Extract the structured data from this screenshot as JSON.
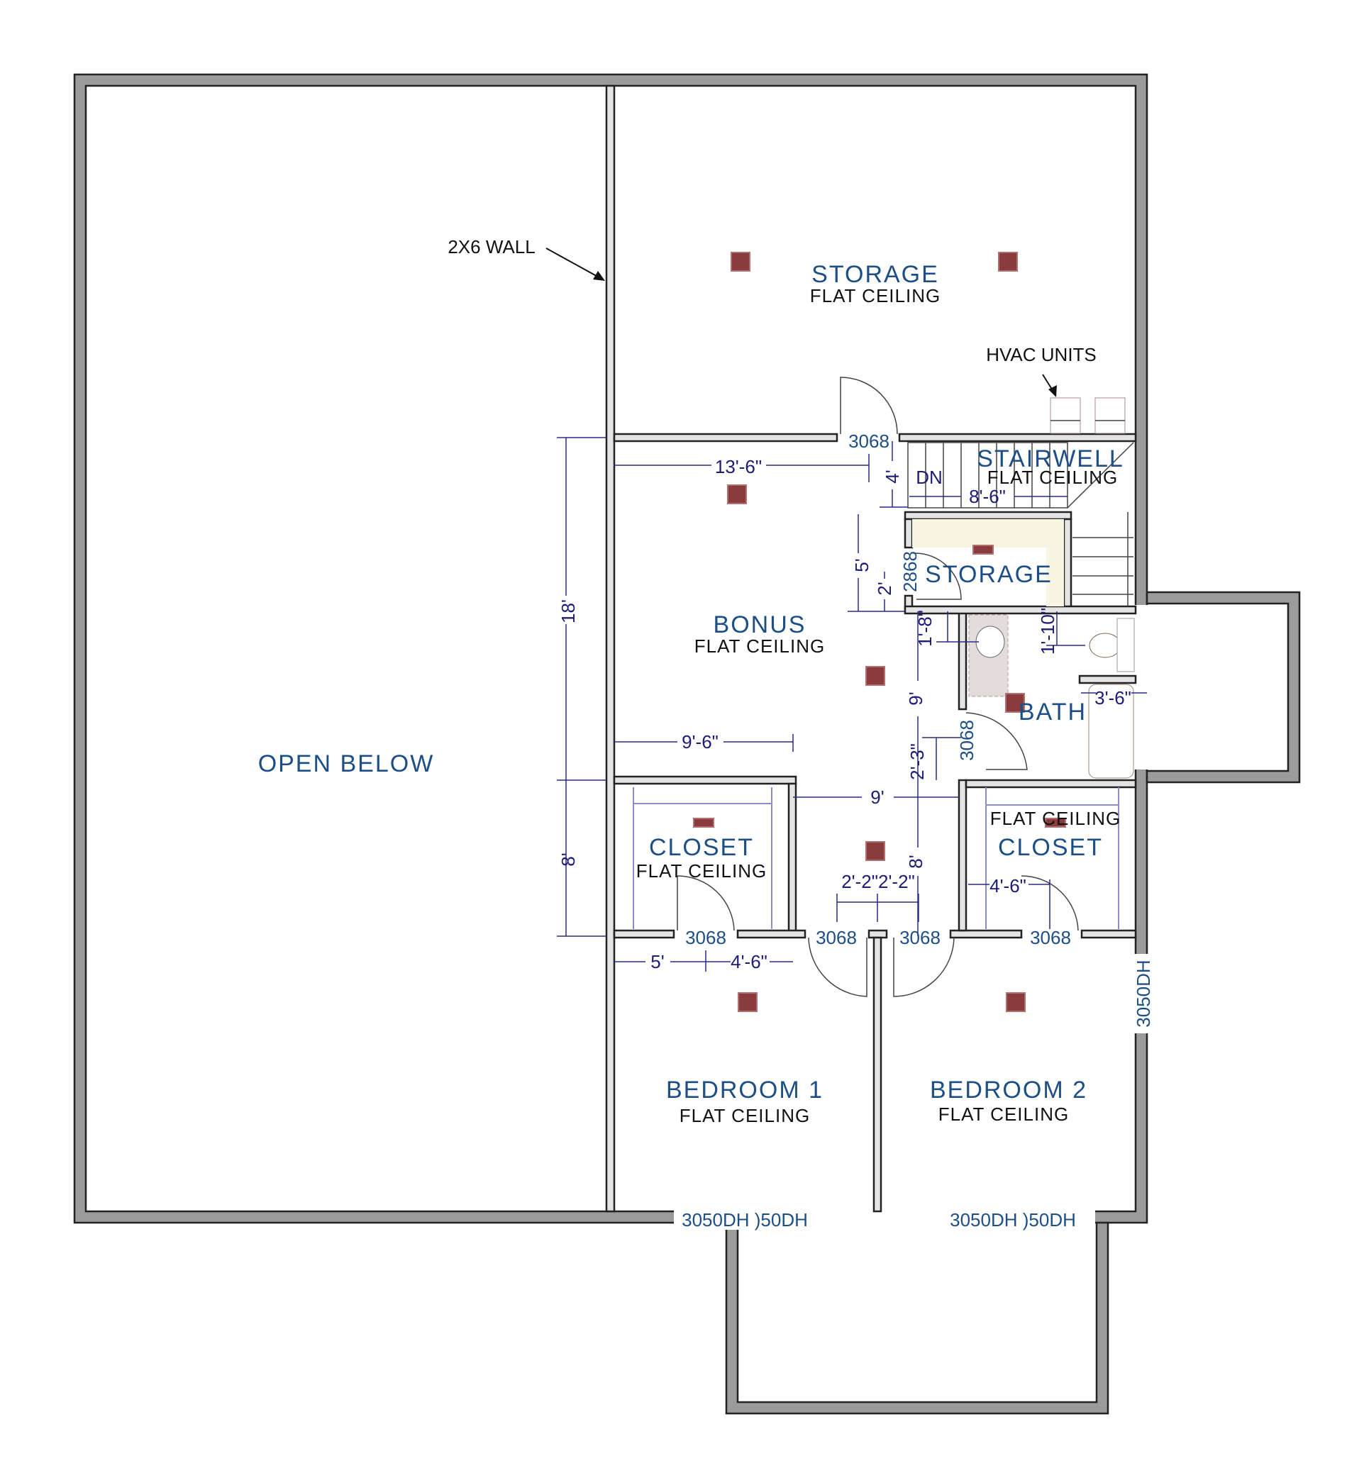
{
  "rooms": {
    "open_below": "OPEN BELOW",
    "storage_top": {
      "name": "STORAGE",
      "ceiling": "FLAT CEILING"
    },
    "stairwell": {
      "name": "STAIRWELL",
      "ceiling": "FLAT CEILING",
      "dn": "DN"
    },
    "storage_small": {
      "name": "STORAGE"
    },
    "bonus": {
      "name": "BONUS",
      "ceiling": "FLAT CEILING"
    },
    "bath": {
      "name": "BATH"
    },
    "closet_left": {
      "name": "CLOSET",
      "ceiling": "FLAT CEILING"
    },
    "closet_right": {
      "name": "CLOSET",
      "ceiling": "FLAT CEILING"
    },
    "bedroom1": {
      "name": "BEDROOM 1",
      "ceiling": "FLAT CEILING"
    },
    "bedroom2": {
      "name": "BEDROOM 2",
      "ceiling": "FLAT CEILING"
    }
  },
  "notes": {
    "wall": "2X6 WALL",
    "hvac": "HVAC UNITS"
  },
  "doors": {
    "storage": "3068",
    "storage_small": "2868",
    "bath": "3068",
    "closet_left": "3068",
    "bedroom1": "3068",
    "bedroom2": "3068",
    "closet_right": "3068"
  },
  "windows": {
    "bed1": "3050DH )50DH",
    "bed2": "3050DH )50DH",
    "right": "3050DH"
  },
  "dimensions": {
    "bonus_width": "13'-6\"",
    "stair_depth": "4'",
    "stair_width": "8'-6\"",
    "storage_depth": "5'",
    "storage_door_offset": "2'",
    "bonus_height": "18'",
    "closet_height": "8'",
    "vanity": "1'-8\"",
    "toilet": "1'-10\"",
    "hall_length": "9'",
    "bath_door_offset": "2'-3\"",
    "tub": "3'-6\"",
    "closet_width": "9'-6\"",
    "hall_width": "9'",
    "hall_lower": "8'",
    "door_split": "2'-2\"2'-2\"",
    "closet_right_door": "4'-6\"",
    "closet_left_door_a": "5'",
    "closet_left_door_b": "4'-6\""
  },
  "colors": {
    "label": "#1d4f86",
    "dimension": "#1c1c78",
    "wall": "#9b9b9b",
    "fixture": "#8a3b3b"
  }
}
